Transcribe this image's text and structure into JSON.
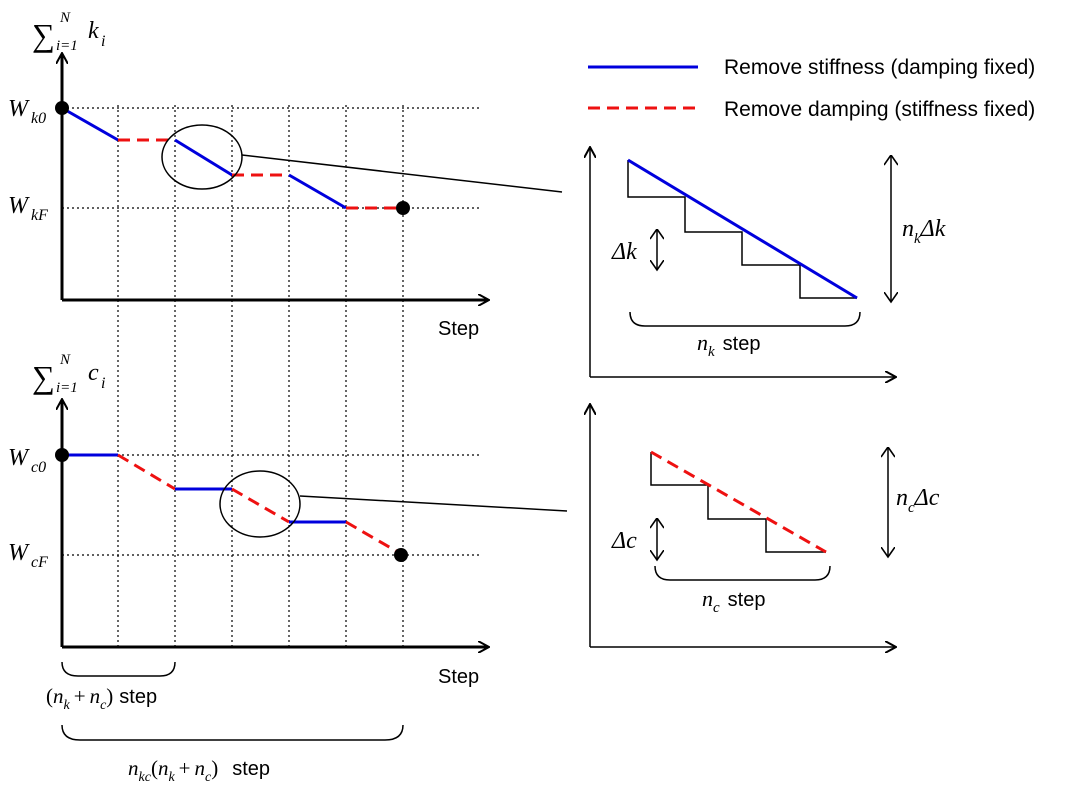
{
  "legend": {
    "stiffness_label": "Remove stiffness (damping fixed)",
    "damping_label": "Remove damping (stiffness fixed)",
    "stiffness_color": "#0000dd",
    "damping_color": "#ee1111"
  },
  "top_plot": {
    "sum_symbol": "∑",
    "sum_upper": "N",
    "sum_lower": "i=1",
    "variable": "k",
    "variable_sub": "i",
    "w_start": "W",
    "w_start_sub": "k0",
    "w_final": "W",
    "w_final_sub": "kF",
    "x_label": "Step"
  },
  "bottom_plot": {
    "sum_symbol": "∑",
    "sum_upper": "N",
    "sum_lower": "i=1",
    "variable": "c",
    "variable_sub": "i",
    "w_start": "W",
    "w_start_sub": "c0",
    "w_final": "W",
    "w_final_sub": "cF",
    "x_label": "Step"
  },
  "zoom_top": {
    "delta_label": "Δk",
    "range_n": "n",
    "range_sub": "k",
    "range_delta": "Δk",
    "step_n": "n",
    "step_sub": "k",
    "step_word": "step"
  },
  "zoom_bottom": {
    "delta_label": "Δc",
    "range_n": "n",
    "range_sub": "c",
    "range_delta": "Δc",
    "step_n": "n",
    "step_sub": "c",
    "step_word": "step"
  },
  "brace_short": {
    "open": "(",
    "n1": "n",
    "n1_sub": "k",
    "plus": "+",
    "n2": "n",
    "n2_sub": "c",
    "close": ")",
    "word": "step"
  },
  "brace_long": {
    "n0": "n",
    "n0_sub": "kc",
    "open": "(",
    "n1": "n",
    "n1_sub": "k",
    "plus": "+",
    "n2": "n",
    "n2_sub": "c",
    "close": ")",
    "word": "step"
  }
}
